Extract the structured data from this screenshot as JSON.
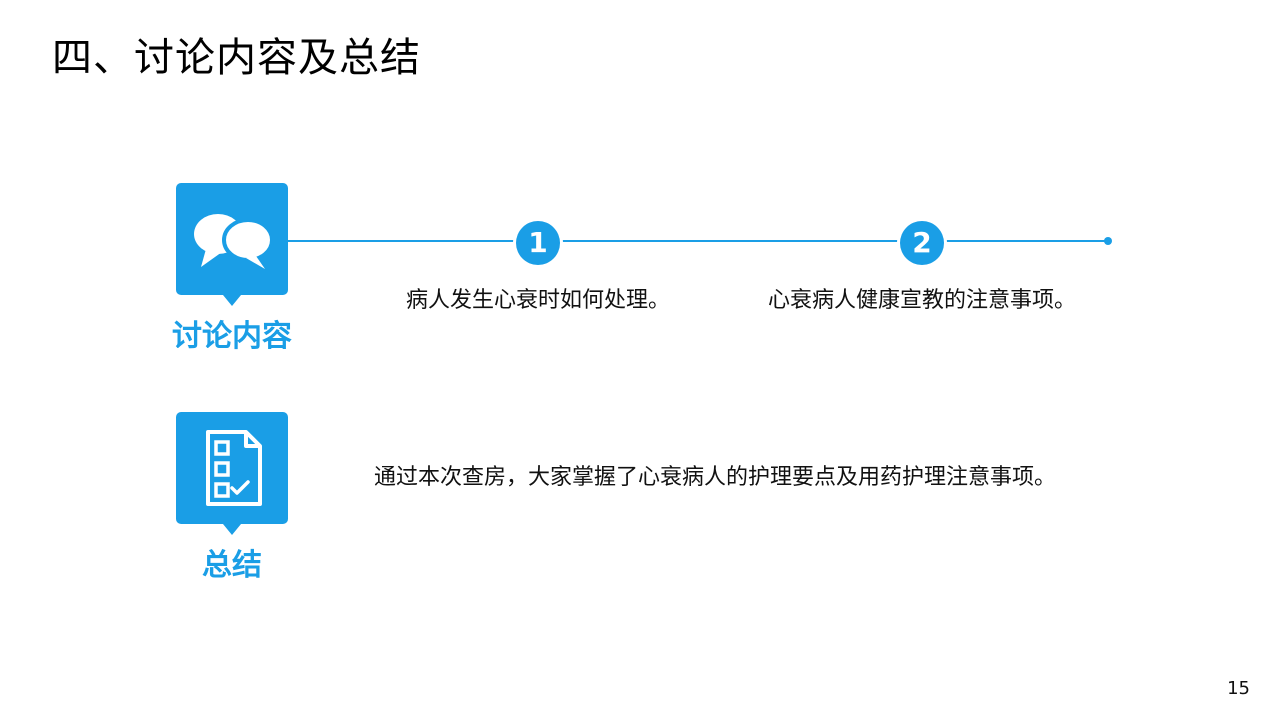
{
  "slide": {
    "title": "四、讨论内容及总结",
    "page_number": "15"
  },
  "discussion": {
    "icon": "speech-bubbles-icon",
    "label": "讨论内容",
    "steps": [
      {
        "number": "1",
        "text": "病人发生心衰时如何处理。"
      },
      {
        "number": "2",
        "text": "心衰病人健康宣教的注意事项。"
      }
    ]
  },
  "summary": {
    "icon": "checklist-document-icon",
    "label": "总结",
    "text": "通过本次查房，大家掌握了心衰病人的护理要点及用药护理注意事项。"
  },
  "colors": {
    "accent": "#1a9ee6",
    "text": "#111111",
    "background": "#ffffff"
  }
}
